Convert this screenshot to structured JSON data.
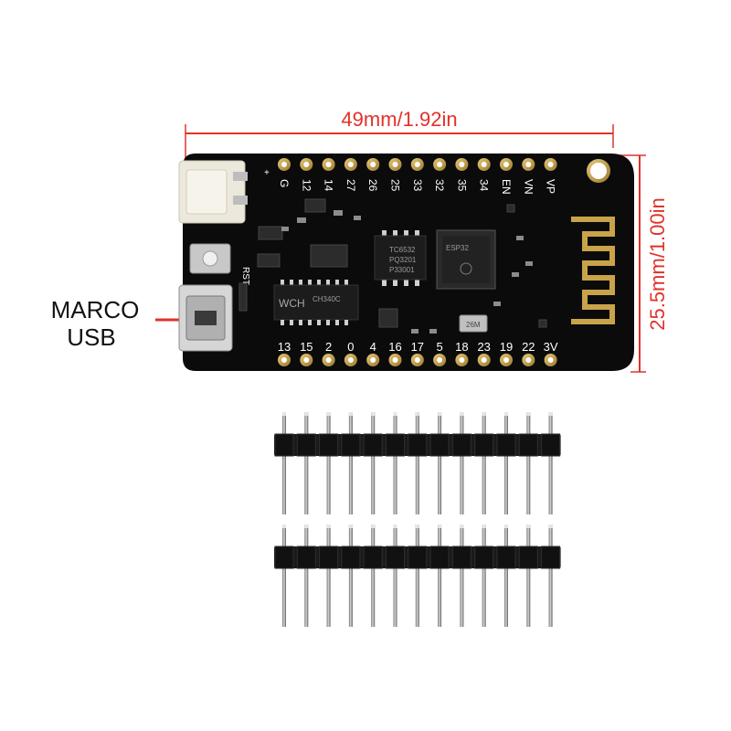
{
  "dimensions": {
    "width_label": "49mm/1.92in",
    "height_label": "25.5mm/1.00in",
    "color": "#e0322a"
  },
  "usb_label": {
    "line1": "MARCO",
    "line2": "USB"
  },
  "board": {
    "top_pins": [
      "G",
      "12",
      "14",
      "27",
      "26",
      "25",
      "33",
      "32",
      "35",
      "34",
      "EN",
      "VN",
      "VP"
    ],
    "bottom_pins": [
      "13",
      "15",
      "2",
      "0",
      "4",
      "16",
      "17",
      "5",
      "18",
      "23",
      "19",
      "22",
      "3V"
    ],
    "button_label": "RST",
    "battery_plus": "+",
    "usb_chip_text": "CH340C",
    "usb_chip_logo": "WCH",
    "regulator_text": [
      "TC6532",
      "PQ3201",
      "P33001"
    ],
    "module_text": "ESP32",
    "crystal_text": "26M"
  },
  "headers": {
    "count": 2,
    "pins_per_header": 13
  },
  "colors": {
    "pcb": "#0b0b0b",
    "pad": "#c9a34a",
    "connector": "#ece8dc",
    "header_body": "#1a1a1a",
    "pin_metal": "#9c9c9c"
  }
}
